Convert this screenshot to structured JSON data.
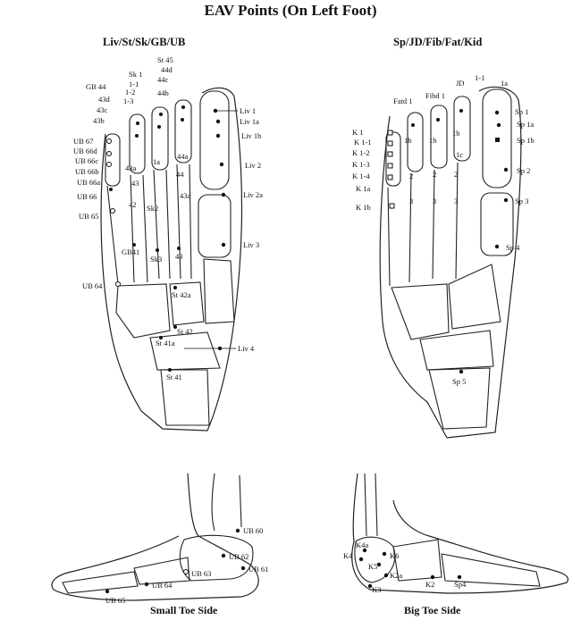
{
  "title": "EAV Points (On Left Foot)",
  "panels": {
    "left_title": "Liv/St/Sk/GB/UB",
    "right_title": "Sp/JD/Fib/Fat/Kid",
    "small_toe_caption": "Small Toe Side",
    "big_toe_caption": "Big Toe Side"
  },
  "left_foot_labels": [
    "St 45",
    "44d",
    "44c",
    "44b",
    "Sk 1",
    "1-1",
    "1-2",
    "1-3",
    "GB 44",
    "43d",
    "43c",
    "43b",
    "UB 67",
    "UB 66d",
    "UB 66c",
    "UB 66b",
    "UB 66a",
    "UB 66",
    "UB 65",
    "Liv 1",
    "Liv 1a",
    "Liv 1b",
    "Liv 2",
    "Liv 2a",
    "Liv 3",
    "Liv 4",
    "43a",
    "1a",
    "44a",
    "43",
    "44",
    "43a",
    "42",
    "Sk2",
    "GB41",
    "Sk3",
    "43",
    "UB 64",
    "St 42a",
    "St 42",
    "St 41a",
    "St 41"
  ],
  "right_foot_labels": [
    "Fatd 1",
    "Fibd 1",
    "JD",
    "1-1",
    "1a",
    "Sp 1",
    "Sp 1a",
    "Sp 1b",
    "Sp 2",
    "Sp 3",
    "Sp 4",
    "Sp 5",
    "K 1",
    "K 1-1",
    "K 1-2",
    "K 1-3",
    "K 1-4",
    "K 1a",
    "K 1b",
    "1b",
    "1b",
    "1b",
    "1c",
    "2",
    "2",
    "2",
    "3",
    "3",
    "3"
  ],
  "small_toe_labels": [
    "UB 60",
    "UB 62",
    "UB 61",
    "UB 63",
    "UB 64",
    "UB 65"
  ],
  "big_toe_labels": [
    "K4a",
    "K6",
    "K4",
    "K5",
    "K2a",
    "K3",
    "K2",
    "Sp4"
  ]
}
